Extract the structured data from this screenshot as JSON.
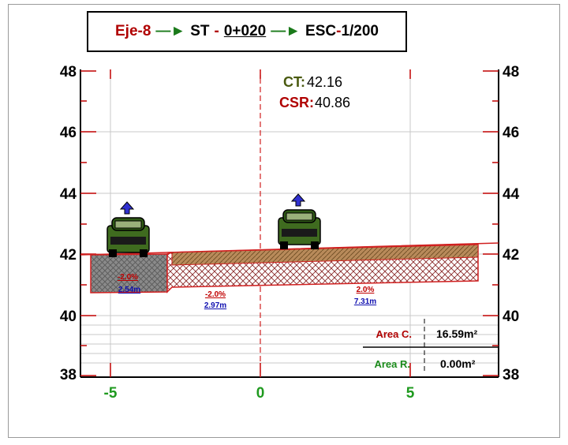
{
  "title": {
    "eje": "Eje-8",
    "arrow1": "—►",
    "st_label": "ST",
    "st_dash": "-",
    "station": "0+020",
    "arrow2": "—►",
    "esc_label": "ESC",
    "esc_dash": "-",
    "scale": "1/200"
  },
  "elevations": {
    "ct_label": "CT:",
    "ct_value": "42.16",
    "csr_label": "CSR:",
    "csr_value": "40.86"
  },
  "slopes": [
    {
      "grade": "-2.0%",
      "width": "2.54m"
    },
    {
      "grade": "-2.0%",
      "width": "2.97m"
    },
    {
      "grade": "2.0%",
      "width": "7.31m"
    }
  ],
  "areas": {
    "cut_label": "Area C.",
    "cut_value": "16.59m²",
    "fill_label": "Area R.",
    "fill_value": "0.00m²"
  },
  "chart_data": {
    "type": "diagram",
    "x_ticks": [
      "-5",
      "0",
      "5"
    ],
    "y_ticks": [
      "38",
      "40",
      "42",
      "44",
      "46",
      "48"
    ],
    "xlim": [
      -6,
      8
    ],
    "ylim": [
      38,
      48
    ],
    "centerline_x": 0,
    "terrain_line": [
      [
        -6,
        41.9
      ],
      [
        -3.1,
        42.0
      ],
      [
        8,
        42.3
      ]
    ],
    "pavement_top": [
      [
        -3,
        42.0
      ],
      [
        7.3,
        42.2
      ]
    ],
    "vehicles": [
      {
        "x": -4.5,
        "y": 41.8
      },
      {
        "x": 1.3,
        "y": 42.1
      }
    ]
  },
  "colors": {
    "red": "#b00000",
    "green": "#1a7a1a",
    "blue": "#1010b0",
    "olive": "#4a5a10"
  },
  "icons": [
    "vehicle-icon",
    "up-arrow-icon"
  ]
}
